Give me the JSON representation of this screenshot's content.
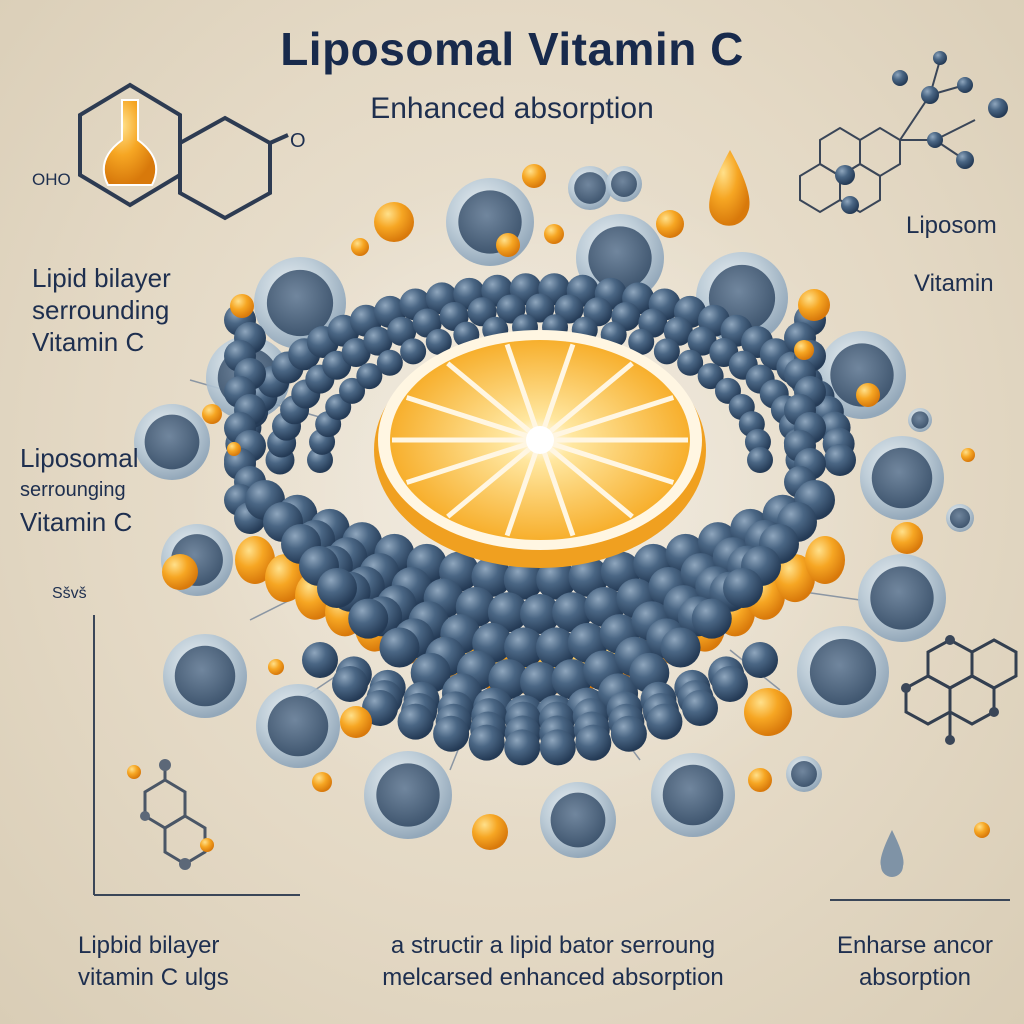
{
  "title": "Liposomal Vitamin C",
  "subtitle": "Enhanced absorption",
  "labels": {
    "oho": "OHO",
    "o_mark": "O",
    "left_top": [
      "Lipid bilayer",
      "serrounding",
      "Vitamin C"
    ],
    "left_mid": [
      "Liposomal",
      "serrounging",
      "Vitamin C"
    ],
    "right_top": [
      "Liposom",
      "Vitamin"
    ],
    "axis_mark": "Sšvš",
    "bottom_left": [
      "Lipbid bilayer",
      "vitamin C ulgs"
    ],
    "bottom_center": [
      "a structir a lipid bator serroung",
      "melcarsed enhanced absorption"
    ],
    "bottom_right": [
      "Enharse ancor",
      "absorption"
    ]
  },
  "colors": {
    "background": "#e4d9c5",
    "title_text": "#182a4c",
    "sphere": "#3e5a78",
    "orange": "#f39a1a",
    "orange_light": "#fbc34a",
    "bubble": "#c7d6e2"
  }
}
